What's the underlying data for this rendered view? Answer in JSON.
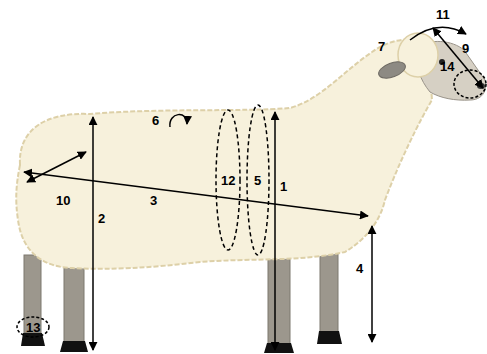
{
  "diagram": {
    "labels": [
      "11",
      "7",
      "9",
      "14",
      "6",
      "10",
      "12",
      "5",
      "1",
      "3",
      "2",
      "4",
      "13"
    ]
  }
}
